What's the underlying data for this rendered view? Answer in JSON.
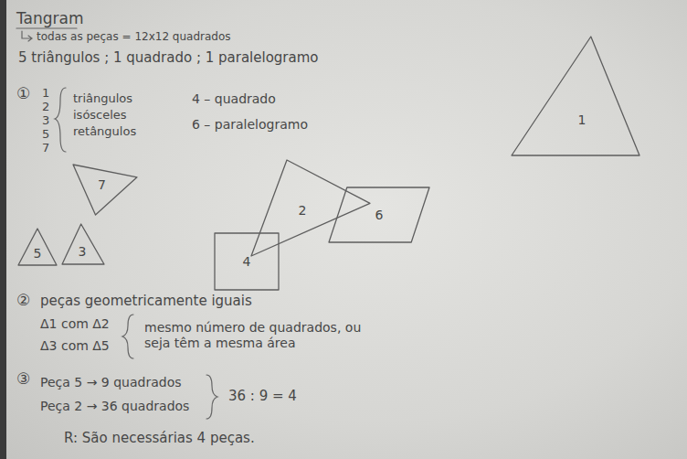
{
  "diagram": {
    "nodes": [
      {
        "text": [
          "1"
        ]
      },
      {
        "text": [
          "7"
        ]
      },
      {
        "text": [
          "2"
        ]
      },
      {
        "text": [
          "6"
        ]
      },
      {
        "text": [
          "5"
        ]
      },
      {
        "text": [
          "3"
        ]
      },
      {
        "text": [
          "4"
        ]
      }
    ],
    "labels": [
      "Tangram",
      "todas as peças = 12x12 quadrados",
      "5 triângulos ; 1 quadrado ; 1 paralelogramo",
      "①",
      "1",
      "2",
      "3",
      "5",
      "7",
      "triângulos",
      "isósceles",
      "retângulos",
      "4 – quadrado",
      "6 – paralelogramo",
      "②",
      "peças geometricamente iguais",
      "Δ1 com Δ2",
      "Δ3 com Δ5",
      "mesmo número de quadrados, ou seja têm a mesma área",
      "③",
      "Peça 5 → 9 quadrados",
      "Peça 2 → 36 quadrados",
      "36 : 9 = 4",
      "R: São necessárias 4 peças."
    ]
  }
}
